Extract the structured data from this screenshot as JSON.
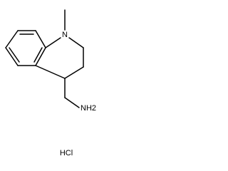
{
  "structure": {
    "atoms": {
      "ring_nitrogen": "N",
      "methyl_stub": "",
      "amine": "NH2"
    },
    "salt_label": "HCl",
    "colors": {
      "bond": "#000000",
      "text": "#000000",
      "background": "#ffffff"
    }
  }
}
